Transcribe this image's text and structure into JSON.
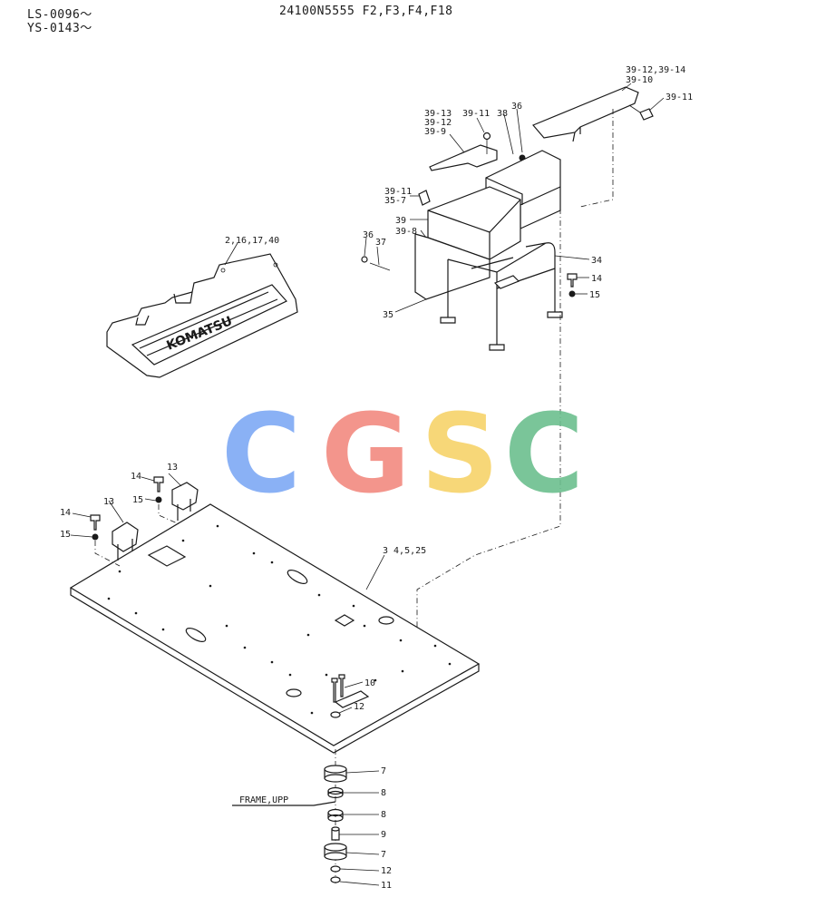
{
  "header": {
    "serial_line1": "LS-0096～",
    "serial_line2": "YS-0143～",
    "part_code": "24100N5555 F2,F3,F4,F18"
  },
  "callouts": {
    "c39_12_14": "39-12,39-14",
    "c39_10": "39-10",
    "c39_11_right": "39-11",
    "c39_13": "39-13",
    "c39_12": "39-12",
    "c39_9": "39-9",
    "c39_11_top": "39-11",
    "c38": "38",
    "c36_top": "36",
    "c39_11_left": "39-11",
    "c35_7": "35-7",
    "c39": "39",
    "c39_8": "39-8",
    "c36_left": "36",
    "c37": "37",
    "c34": "34",
    "c14_right": "14",
    "c15_right": "15",
    "c35": "35",
    "c2_16_17_40": "2,16,17,40",
    "c13_a": "13",
    "c13_b": "13",
    "c14_a": "14",
    "c15_a": "15",
    "c14_b": "14",
    "c15_b": "15",
    "c3_4_5_25": "3 4,5,25",
    "c10": "10",
    "c12_top": "12",
    "c7_top": "7",
    "c8_top": "8",
    "frame_upp": "FRAME,UPP",
    "c8_mid": "8",
    "c9": "9",
    "c7_bottom": "7",
    "c12_bottom": "12",
    "c11": "11"
  },
  "mat_logo": "KOMATSU",
  "watermark": {
    "text": "CGSC",
    "colors": [
      "#7ea9f5",
      "#f28a80",
      "#f7d36a",
      "#6cbf8e"
    ]
  }
}
